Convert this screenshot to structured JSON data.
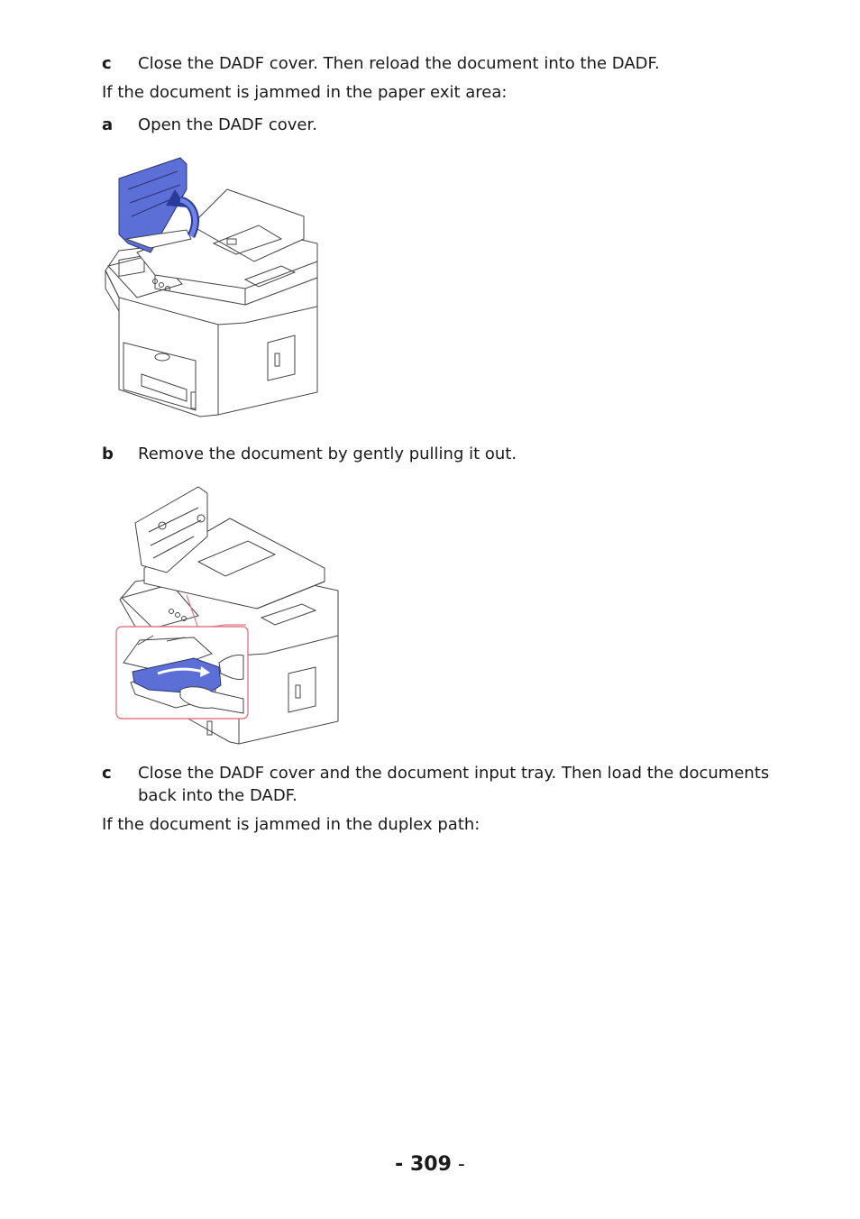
{
  "steps": {
    "c1": {
      "letter": "c",
      "text": "Close the DADF cover. Then reload the document into the DADF."
    },
    "a": {
      "letter": "a",
      "text": "Open the DADF cover."
    },
    "b": {
      "letter": "b",
      "text": "Remove the document by gently pulling it out."
    },
    "c2": {
      "letter": "c",
      "text": "Close the DADF cover and the document input tray. Then load the documents back into the DADF."
    }
  },
  "paragraphs": {
    "exit_area": "If the document is jammed in the paper exit area:",
    "duplex_path": "If the document is jammed in the duplex path:"
  },
  "figures": {
    "open_cover": {
      "icon": "printer-open-dadf-cover-illustration",
      "accent": "#5b6fd6"
    },
    "remove_document": {
      "icon": "printer-remove-jammed-document-illustration",
      "accent": "#5b6fd6",
      "callout_border": "#e07a86"
    }
  },
  "footer": {
    "page_prefix": "- 309",
    "page_suffix": " -"
  }
}
